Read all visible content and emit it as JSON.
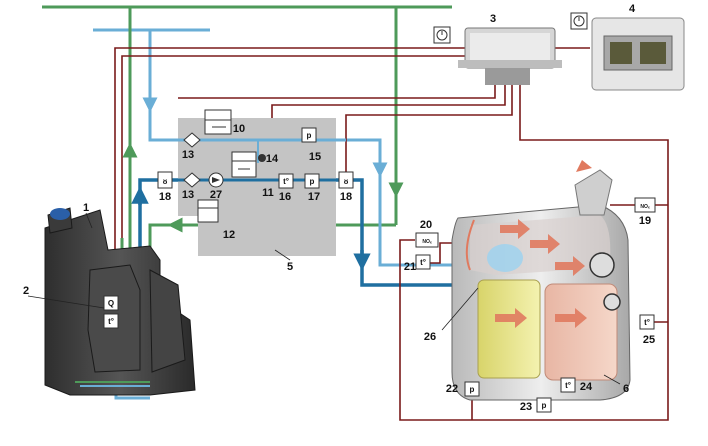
{
  "diagram": {
    "components": [
      {
        "id": "1",
        "label": "1",
        "name": "tank"
      },
      {
        "id": "2",
        "label": "2",
        "name": "tank-sensor-unit"
      },
      {
        "id": "3",
        "label": "3",
        "name": "control-unit"
      },
      {
        "id": "4",
        "label": "4",
        "name": "engine-control-unit"
      },
      {
        "id": "5",
        "label": "5",
        "name": "dosing-module"
      },
      {
        "id": "6",
        "label": "6",
        "name": "catalytic-converter"
      },
      {
        "id": "10",
        "label": "10",
        "name": "valve"
      },
      {
        "id": "11",
        "label": "11",
        "name": "valve"
      },
      {
        "id": "12",
        "label": "12",
        "name": "valve"
      },
      {
        "id": "13a",
        "label": "13",
        "name": "filter"
      },
      {
        "id": "13b",
        "label": "13",
        "name": "filter"
      },
      {
        "id": "14",
        "label": "14",
        "name": "check-valve"
      },
      {
        "id": "15",
        "label": "15",
        "name": "pressure-sensor"
      },
      {
        "id": "16",
        "label": "16",
        "name": "temperature-sensor"
      },
      {
        "id": "17",
        "label": "17",
        "name": "pressure-sensor"
      },
      {
        "id": "18a",
        "label": "18",
        "name": "heater"
      },
      {
        "id": "18b",
        "label": "18",
        "name": "heater"
      },
      {
        "id": "19",
        "label": "19",
        "name": "nox-sensor"
      },
      {
        "id": "20",
        "label": "20",
        "name": "nox-sensor"
      },
      {
        "id": "21",
        "label": "21",
        "name": "temperature-sensor"
      },
      {
        "id": "22",
        "label": "22",
        "name": "pressure-sensor"
      },
      {
        "id": "23",
        "label": "23",
        "name": "pressure-sensor"
      },
      {
        "id": "24",
        "label": "24",
        "name": "temperature-sensor"
      },
      {
        "id": "25",
        "label": "25",
        "name": "temperature-sensor"
      },
      {
        "id": "26",
        "label": "26",
        "name": "injector-nozzle"
      },
      {
        "id": "27",
        "label": "27",
        "name": "pump"
      }
    ],
    "sensor_symbols": {
      "pressure": "p",
      "temperature": "t°",
      "nox": "NOₓ",
      "level": "Q"
    },
    "colors": {
      "wire": "#7a1a1a",
      "coolant": "#4e9a5a",
      "fluid_supply": "#1f6fa0",
      "fluid_return": "#6aaed6",
      "module": "#c4c4c4",
      "tank": "#3a3a3a"
    }
  }
}
